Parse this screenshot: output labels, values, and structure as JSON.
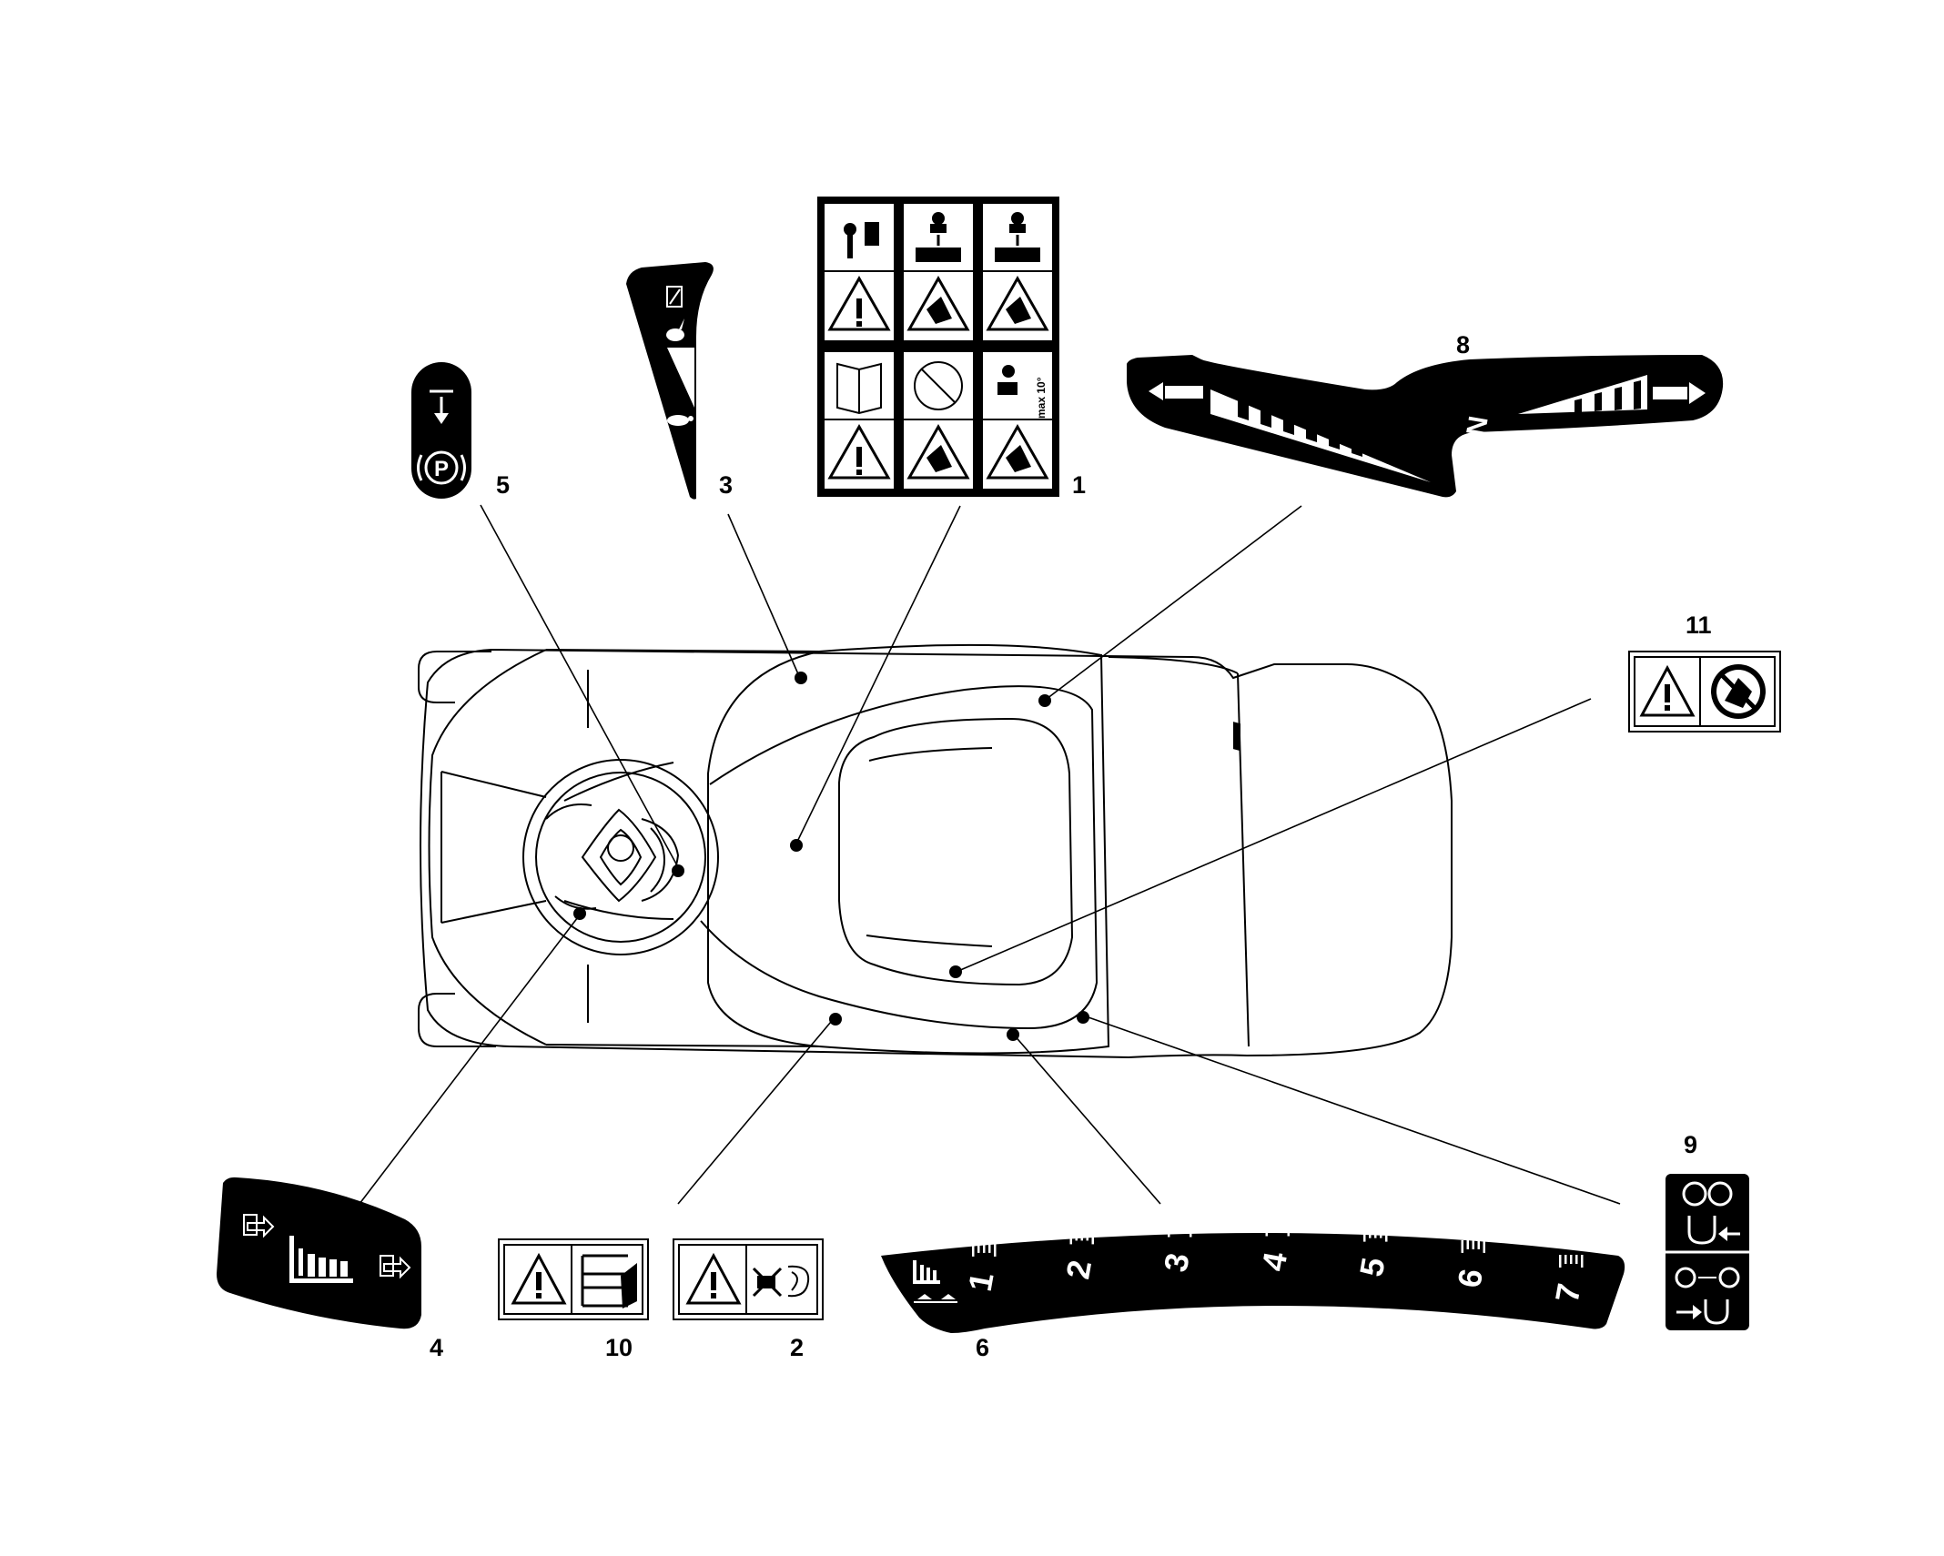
{
  "callouts": {
    "c1": "1",
    "c2": "2",
    "c3": "3",
    "c4": "4",
    "c5": "5",
    "c6": "6",
    "c8": "8",
    "c9": "9",
    "c10": "10",
    "c11": "11"
  },
  "decals": {
    "decal_1_slope": "max 10°",
    "decal_8_neutral": "N",
    "decal_6_scale": [
      "1",
      "2",
      "3",
      "4",
      "5",
      "6",
      "7"
    ]
  },
  "colors": {
    "ink": "#000000",
    "paper": "#ffffff"
  }
}
